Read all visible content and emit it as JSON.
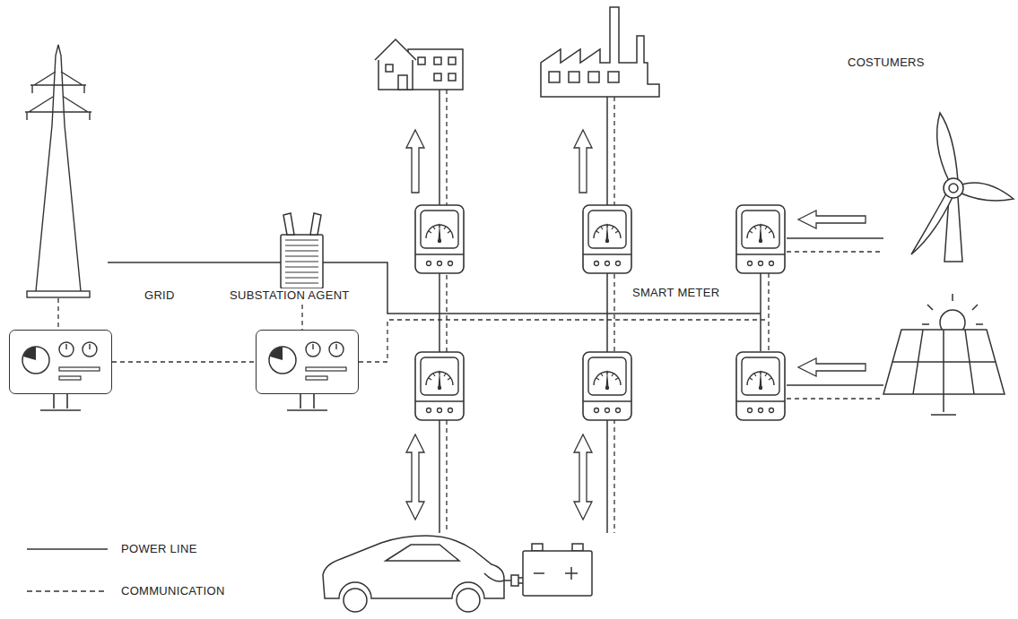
{
  "diagram": {
    "nodes": [
      {
        "text": [
          "GRID"
        ]
      },
      {
        "text": [
          "SUBSTATION AGENT"
        ]
      }
    ],
    "edges": [
      {
        "from": 0,
        "to": 1,
        "arrow": "none"
      }
    ],
    "labels": [
      "COSTUMERS",
      "SMART METER"
    ],
    "legend": [
      {
        "text": "POWER LINE"
      },
      {
        "text": "COMMUNICATION"
      }
    ]
  }
}
